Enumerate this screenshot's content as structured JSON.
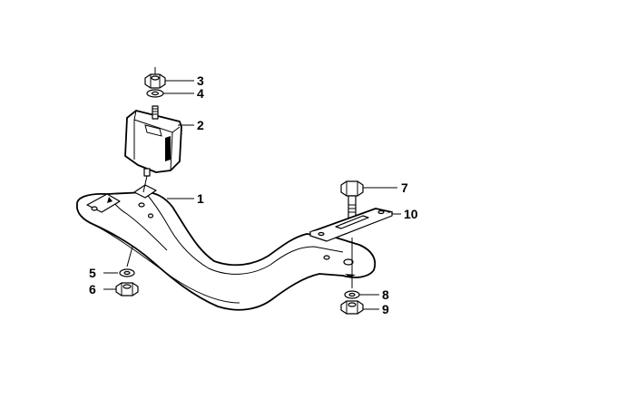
{
  "callouts": [
    {
      "part": "transmission-mount-bracket",
      "label": "1"
    },
    {
      "part": "rubber-mount",
      "label": "2"
    },
    {
      "part": "top-nut",
      "label": "3"
    },
    {
      "part": "top-washer",
      "label": "4"
    },
    {
      "part": "lower-left-washer",
      "label": "5"
    },
    {
      "part": "lower-left-nut",
      "label": "6"
    },
    {
      "part": "hex-bolt",
      "label": "7"
    },
    {
      "part": "lower-right-washer",
      "label": "8"
    },
    {
      "part": "lower-right-nut",
      "label": "9"
    },
    {
      "part": "slotted-plate",
      "label": "10"
    }
  ]
}
